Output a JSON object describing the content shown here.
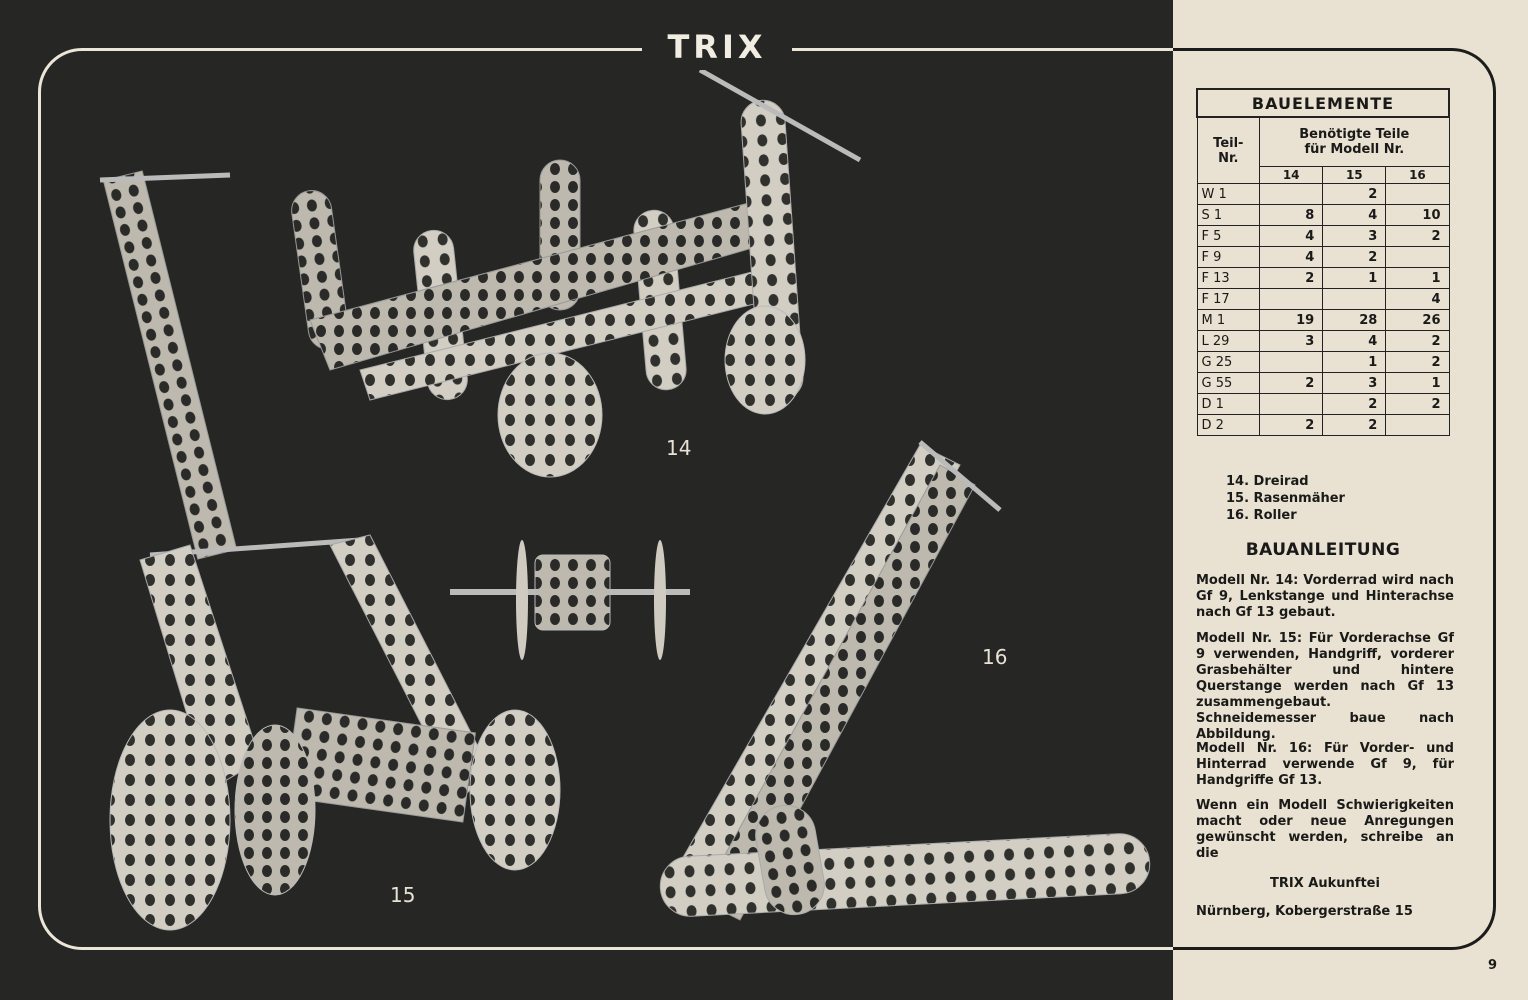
{
  "brand": "TRIX",
  "captions": {
    "m14": "14",
    "m15": "15",
    "m16": "16"
  },
  "parts_table": {
    "title": "BAUELEMENTE",
    "col_part": "Teil-\nNr.",
    "col_needed": "Benötigte Teile\nfür Modell Nr.",
    "models": [
      "14",
      "15",
      "16"
    ],
    "rows": [
      {
        "part": "W 1",
        "v": [
          "",
          "2",
          ""
        ]
      },
      {
        "part": "S 1",
        "v": [
          "8",
          "4",
          "10"
        ]
      },
      {
        "part": "F 5",
        "v": [
          "4",
          "3",
          "2"
        ]
      },
      {
        "part": "F 9",
        "v": [
          "4",
          "2",
          ""
        ]
      },
      {
        "part": "F 13",
        "v": [
          "2",
          "1",
          "1"
        ]
      },
      {
        "part": "F 17",
        "v": [
          "",
          "",
          "4"
        ]
      },
      {
        "part": "M 1",
        "v": [
          "19",
          "28",
          "26"
        ]
      },
      {
        "part": "L 29",
        "v": [
          "3",
          "4",
          "2"
        ]
      },
      {
        "part": "G 25",
        "v": [
          "",
          "1",
          "2"
        ]
      },
      {
        "part": "G 55",
        "v": [
          "2",
          "3",
          "1"
        ]
      },
      {
        "part": "D 1",
        "v": [
          "",
          "2",
          "2"
        ]
      },
      {
        "part": "D 2",
        "v": [
          "2",
          "2",
          ""
        ]
      }
    ]
  },
  "model_names": [
    "14. Dreirad",
    "15. Rasenmäher",
    "16. Roller"
  ],
  "instructions": {
    "heading": "BAUANLEITUNG",
    "p1": "Modell Nr. 14: Vorderrad wird nach Gf 9, Lenkstange und Hinterachse nach Gf 13 gebaut.",
    "p2": "Modell Nr. 15: Für Vorderachse Gf 9 verwenden, Handgriff, vorderer Grasbehälter und hintere Querstange werden nach Gf 13 zusammengebaut. Schneidemesser baue nach Abbildung.",
    "p3": "Modell Nr. 16: Für Vorder- und Hinterrad verwende Gf 9, für Handgriffe Gf 13.",
    "p4": "Wenn ein Modell Schwierigkeiten macht oder neue Anregungen gewünscht werden, schreibe an die",
    "org": "TRIX Aukunftei",
    "address": "Nürnberg, Kobergerstraße 15"
  },
  "page_number": "9"
}
